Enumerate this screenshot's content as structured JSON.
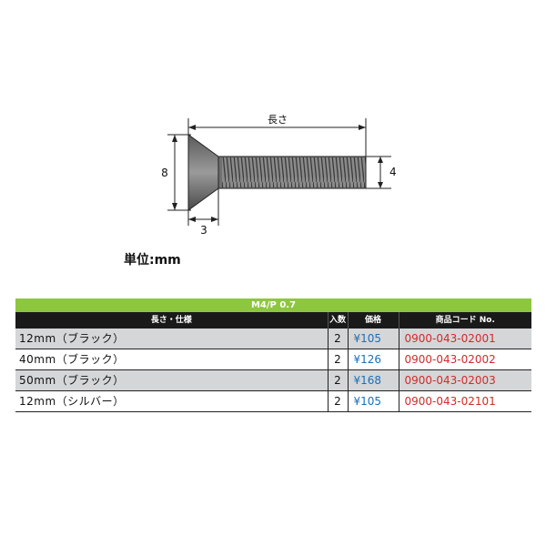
{
  "diagram": {
    "length_label": "長さ",
    "head_height_label": "8",
    "head_depth_label": "3",
    "thread_diameter_label": "4"
  },
  "unit_note": "単位:mm",
  "table": {
    "title": "M4/P 0.7",
    "headers": [
      "長さ・仕様",
      "入数",
      "価格",
      "商品コード No."
    ],
    "rows": [
      {
        "spec": "12mm（ブラック）",
        "qty": "2",
        "price": "¥105",
        "code": "0900-043-02001"
      },
      {
        "spec": "40mm（ブラック）",
        "qty": "2",
        "price": "¥126",
        "code": "0900-043-02002"
      },
      {
        "spec": "50mm（ブラック）",
        "qty": "2",
        "price": "¥168",
        "code": "0900-043-02003"
      },
      {
        "spec": "12mm（シルバー）",
        "qty": "2",
        "price": "¥105",
        "code": "0900-043-02101"
      }
    ]
  },
  "colors": {
    "title_bar": "#8dc73f",
    "header_bar": "#1a1a1a",
    "price_text": "#1c6fb5",
    "code_text": "#d32a2a",
    "row_shade": "#d4d6d8"
  }
}
